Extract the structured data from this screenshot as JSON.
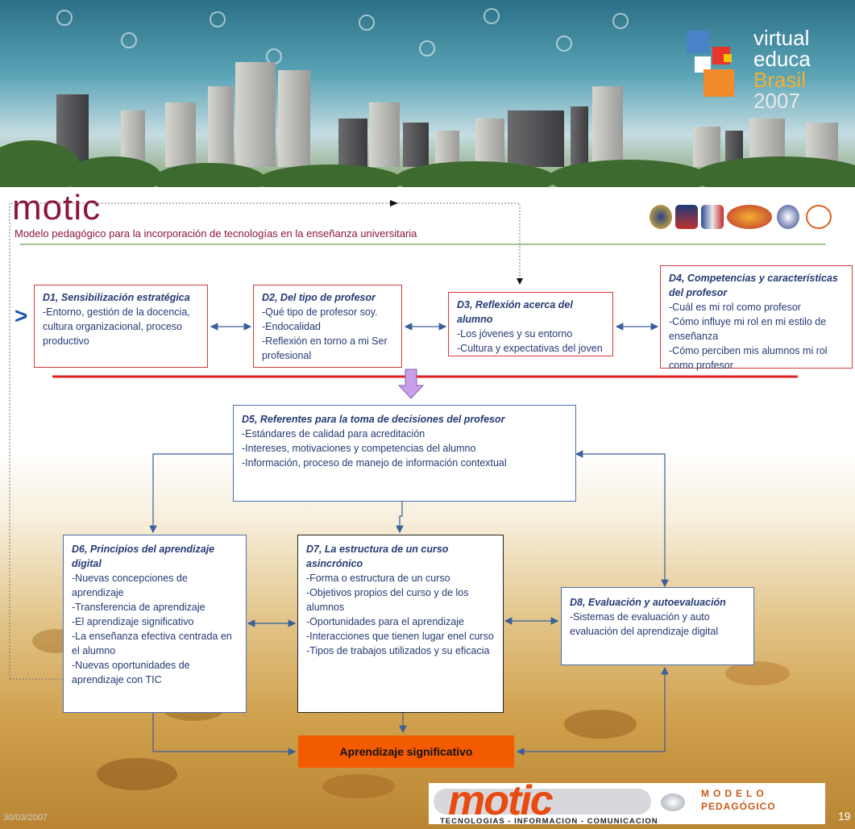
{
  "header": {
    "brand_line1": "virtual",
    "brand_line2": "educa",
    "brand_line3": "Brasil",
    "brand_line4": "2007"
  },
  "title": "motic",
  "subtitle": "Modelo pedagógico para la incorporación de tecnologías  en la enseñanza universitaria",
  "chevron": ">",
  "boxes": {
    "d1": {
      "title": "D1, Sensibilización estratégica",
      "items": [
        "-Entorno, gestión de la docencia, cultura organizacional, proceso productivo"
      ]
    },
    "d2": {
      "title": "D2, Del tipo de profesor",
      "items": [
        "-Qué tipo de profesor soy.",
        "-Endocalidad",
        "-Reflexión en torno a mi Ser profesional"
      ]
    },
    "d3": {
      "title": "D3, Reflexión acerca del alumno",
      "items": [
        "-Los jóvenes y su entorno",
        "-Cultura y expectativas del joven"
      ]
    },
    "d4": {
      "title": "D4, Competencias y características  del profesor",
      "items": [
        "-Cuál es mi rol como profesor",
        "-Cómo influye mi rol en mi estilo de enseñanza",
        "-Cómo perciben mis alumnos mi rol como profesor"
      ]
    },
    "d5": {
      "title": "D5, Referentes para la toma de decisiones del profesor",
      "items": [
        "-Estándares de calidad para acreditación",
        "-Intereses, motivaciones y competencias del alumno",
        "-Información, proceso de manejo de información contextual"
      ]
    },
    "d6": {
      "title": "D6, Principios del aprendizaje digital",
      "items": [
        "-Nuevas concepciones de aprendizaje",
        "-Transferencia de aprendizaje",
        "-El aprendizaje significativo",
        "-La enseñanza efectiva centrada en el alumno",
        "-Nuevas oportunidades  de aprendizaje con TIC"
      ]
    },
    "d7": {
      "title": "D7, La estructura  de un curso asincrónico",
      "items": [
        "-Forma o estructura de un curso",
        "-Objetivos propios   del curso y de los alumnos",
        "-Oportunidades para el aprendizaje",
        "-Interacciones que tienen lugar enel curso",
        "-Tipos de trabajos utilizados y su eficacia"
      ]
    },
    "d8": {
      "title": "D8, Evaluación y autoevaluación",
      "items": [
        "-Sistemas de evaluación y auto evaluación  del aprendizaje digital"
      ]
    }
  },
  "significant_label": "Aprendizaje significativo",
  "footer": {
    "date": "30/03/2007",
    "page": "19",
    "logo_word": "motic",
    "logo_modelo": "MODELO",
    "logo_pedagogico": "PEDAGÓGICO",
    "logo_tagline": "TECNOLOGIAS   -   INFORMACION   -   COMUNICACION"
  },
  "colors": {
    "title": "#8b1538",
    "box_text": "#243a73",
    "red_border": "#d63a3a",
    "blue_border": "#4a6fae",
    "highlight": "#f45a00",
    "divider_red": "#e02020",
    "divider_green": "#4e8a2a"
  }
}
